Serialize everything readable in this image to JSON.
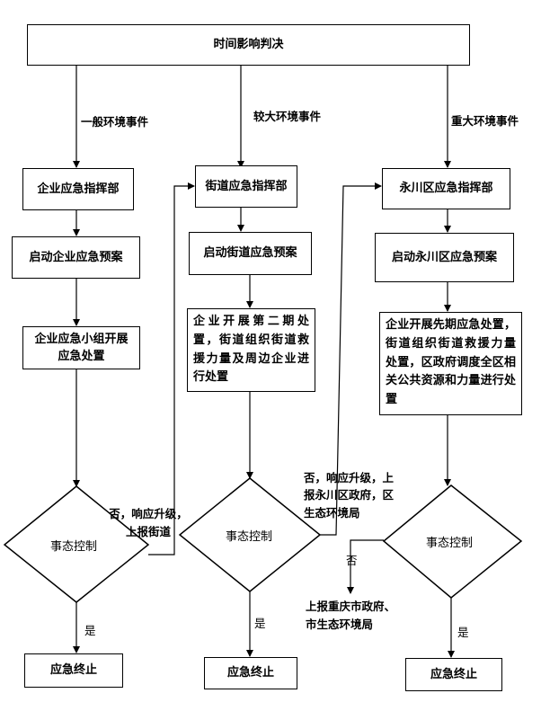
{
  "top": {
    "title": "时间影响判决"
  },
  "columns": [
    {
      "event": "一般环境事件",
      "command": "企业应急指挥部",
      "plan": "启动企业应急预案",
      "action": "企业应急小组开展应急处置",
      "decision": "事态控制",
      "yes": "是",
      "end": "应急终止"
    },
    {
      "event": "较大环境事件",
      "command": "街道应急指挥部",
      "plan": "启动街道应急预案",
      "action": "企业开展第二期处置，街道组织街道救援力量及周边企业进行处置",
      "decision": "事态控制",
      "yes": "是",
      "end": "应急终止"
    },
    {
      "event": "重大环境事件",
      "command": "永川区应急指挥部",
      "plan": "启动永川区应急预案",
      "action": "企业开展先期应急处置，街道组织街道救援力量 处置，区政府调度全区相关公共资源和力量进行处置",
      "decision": "事态控制",
      "yes": "是",
      "end": "应急终止"
    }
  ],
  "escalations": {
    "to_street": "否，响应升级，上报街道",
    "to_district": "否，响应升级，上报永川区政府，区生态环境局",
    "no": "否",
    "report_city": "上报重庆市政府、市生态环境局"
  }
}
